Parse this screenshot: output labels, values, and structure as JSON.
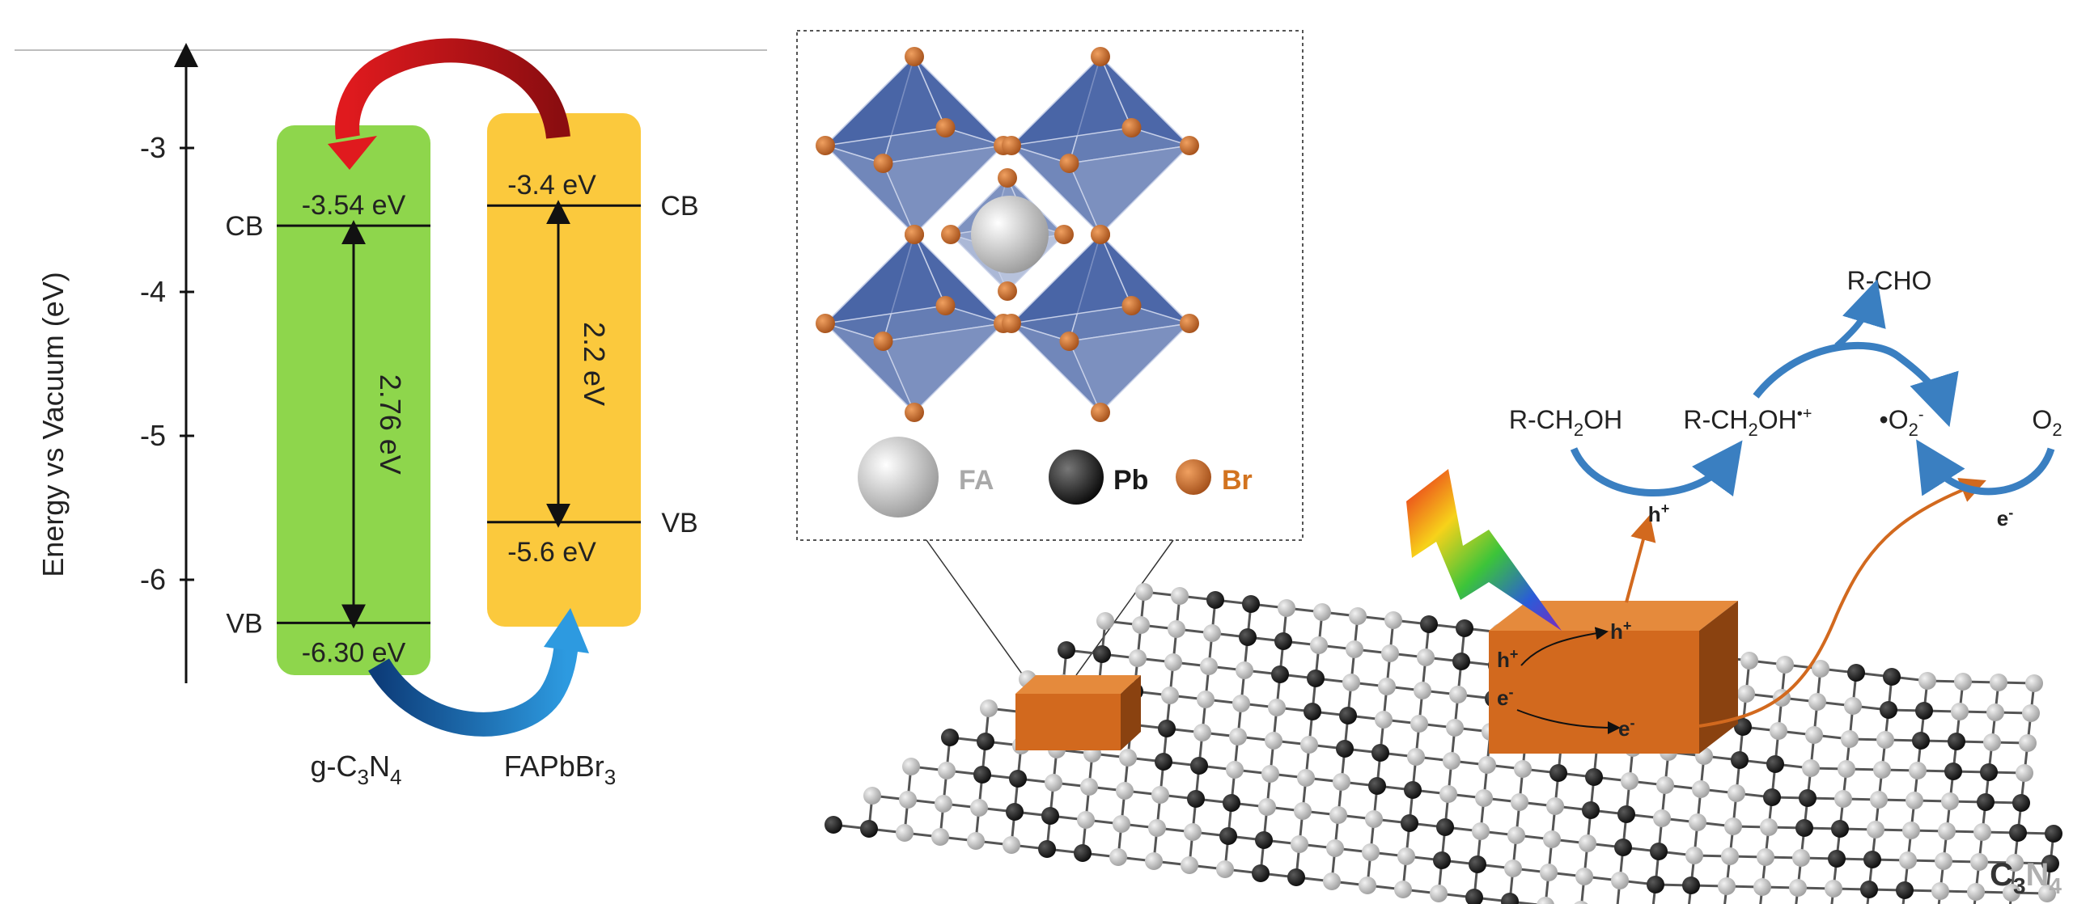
{
  "energy_diagram": {
    "y_axis_label": "Energy vs Vacuum (eV)",
    "y_ticks": [
      "-3",
      "-4",
      "-5",
      "-6"
    ],
    "y_tick_values": [
      -3,
      -4,
      -5,
      -6
    ],
    "left_band": {
      "material_prefix": "g-C",
      "material_sub1": "3",
      "material_mid": "N",
      "material_sub2": "4",
      "color": "#8ed64c",
      "cb_label": "CB",
      "vb_label": "VB",
      "cb_value": "-3.54 eV",
      "vb_value": "-6.30 eV",
      "cb_energy": -3.54,
      "vb_energy": -6.3,
      "gap_label": "2.76 eV"
    },
    "right_band": {
      "material_prefix": "FAPbBr",
      "material_sub": "3",
      "color": "#fbc93d",
      "cb_label": "CB",
      "vb_label": "VB",
      "cb_value": "-3.4 eV",
      "vb_value": "-5.6 eV",
      "cb_energy": -3.4,
      "vb_energy": -5.6,
      "gap_label": "2.2 eV"
    },
    "arrow_colors": {
      "electron": "#c0141b",
      "hole": "#1f78c8"
    }
  },
  "crystal": {
    "legend": [
      {
        "label": "FA",
        "color": "#a9a9a9"
      },
      {
        "label": "Pb",
        "color": "#1a1a1a"
      },
      {
        "label": "Br",
        "color": "#d2731f"
      }
    ],
    "octahedron_color": "#3c5aa0",
    "br_color": "#c46a22"
  },
  "reaction": {
    "reactant": {
      "main": "R-CH",
      "sub": "2",
      "tail": "OH"
    },
    "radical_cation": {
      "main": "R-CH",
      "sub": "2",
      "tail": "OH",
      "sup": "•+"
    },
    "product": "R-CHO",
    "superoxide": {
      "main": "•O",
      "sub": "2",
      "sup": "-"
    },
    "oxygen": {
      "main": "O",
      "sub": "2"
    },
    "hole": {
      "main": "h",
      "sup": "+"
    },
    "electron": {
      "main": "e",
      "sup": "-"
    },
    "arrow_color": "#3a7fc1",
    "transfer_color": "#d2691e"
  },
  "block_labels": {
    "h_in": {
      "main": "h",
      "sup": "+"
    },
    "h_out": {
      "main": "h",
      "sup": "+"
    },
    "e_in": {
      "main": "e",
      "sup": "-"
    },
    "e_out": {
      "main": "e",
      "sup": "-"
    }
  },
  "sheet_label": {
    "c": "C",
    "c_sub": "3",
    "n": "N",
    "n_sub": "4"
  },
  "colors": {
    "perovskite_block": "#d2691e",
    "sheet_light": "#bdbdbd",
    "sheet_dark": "#1e1e1e"
  }
}
